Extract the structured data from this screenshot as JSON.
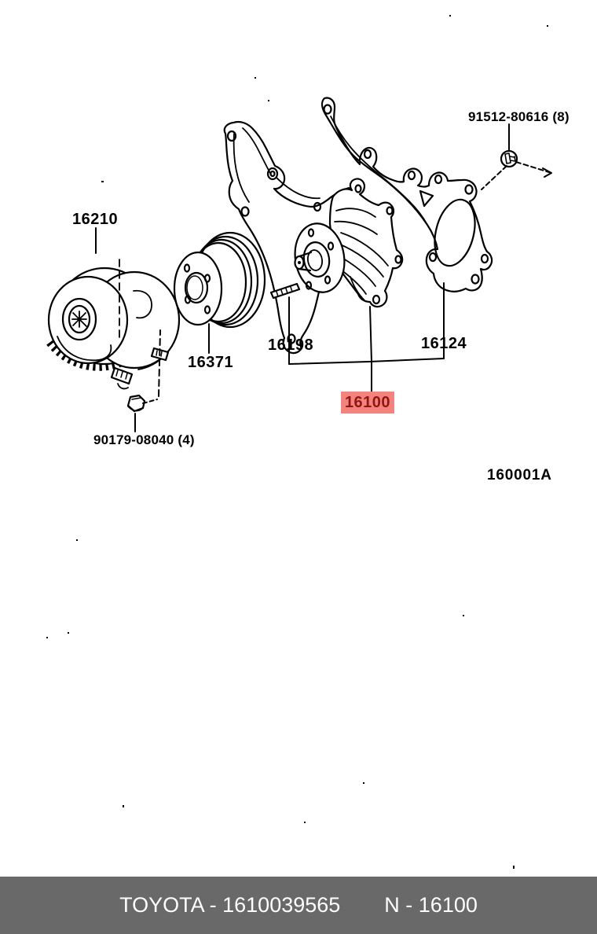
{
  "diagram": {
    "figure_code": "160001A",
    "parts": {
      "fan_coupling": {
        "number": "16210"
      },
      "pulley": {
        "number": "16371"
      },
      "stud": {
        "number": "16198"
      },
      "water_pump": {
        "number": "16100",
        "highlighted": true
      },
      "gasket": {
        "number": "16124"
      },
      "bolt": {
        "number": "91512-80616 (8)"
      },
      "nut": {
        "number": "90179-08040 (4)"
      }
    },
    "colors": {
      "highlight_bg": "#f4837d",
      "highlight_fg": "#8f1713",
      "line": "#000000"
    }
  },
  "footer": {
    "catalog_text": "TOYOTA - 1610039565",
    "part_text": "N - 16100",
    "bg": "#696969",
    "fg": "#ffffff"
  }
}
